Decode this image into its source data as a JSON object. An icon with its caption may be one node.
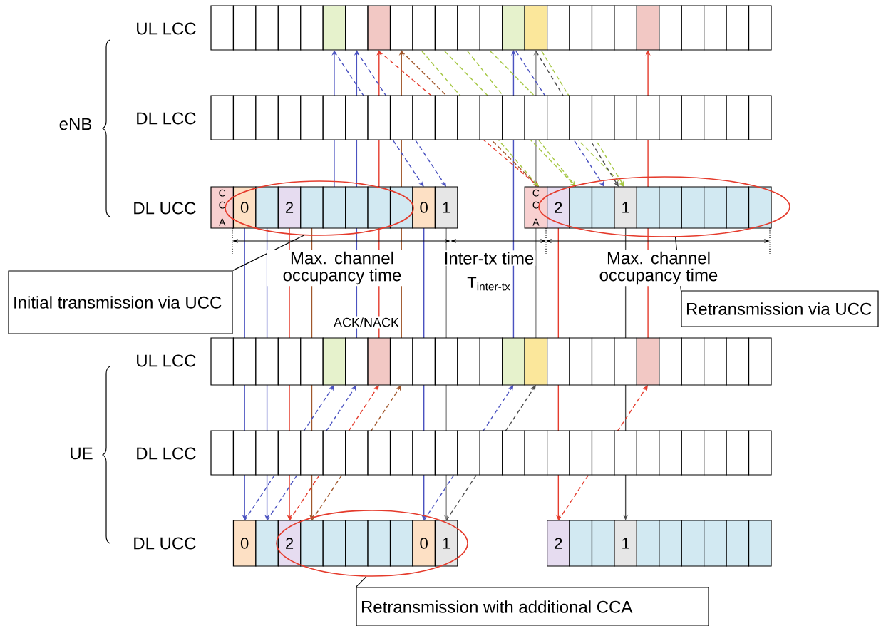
{
  "diagram": {
    "nodes": [
      {
        "text": [
          "Initial transmission via UCC"
        ]
      },
      {
        "text": [
          "Retransmission via UCC"
        ]
      },
      {
        "text": [
          "Retransmission with additional CCA"
        ]
      },
      {
        "text": [],
        "shape": "ellipse"
      },
      {
        "text": [],
        "shape": "ellipse"
      },
      {
        "text": [],
        "shape": "ellipse"
      }
    ],
    "edges": [
      {
        "from": 0,
        "to": 3,
        "arrow": "none"
      },
      {
        "from": 1,
        "to": 4,
        "arrow": "none"
      },
      {
        "from": 2,
        "to": 5,
        "arrow": "none"
      }
    ],
    "labels": [
      "UL LCC",
      "eNB",
      "DL LCC",
      "DL UCC",
      "CCA",
      "0",
      "2",
      "0",
      "1",
      "CCA",
      "2",
      "1",
      "Max. channel occupancy time",
      "Inter-tx time",
      "Max. channel occupancy time",
      "T$_{inter-tx}$",
      "ACK/NACK",
      "UL LCC",
      "UE",
      "DL LCC",
      "DL UCC",
      "0",
      "2",
      "0",
      "1",
      "2",
      "1"
    ]
  }
}
